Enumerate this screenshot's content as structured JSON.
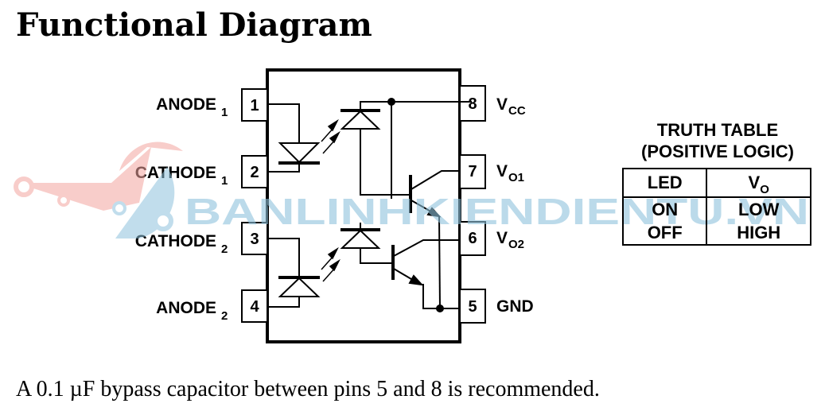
{
  "title": "Functional Diagram",
  "footnote": "A 0.1 µF bypass capacitor between pins 5 and 8 is recommended.",
  "pins_left": [
    {
      "number": "1",
      "name": "ANODE",
      "sub": "1"
    },
    {
      "number": "2",
      "name": "CATHODE",
      "sub": "1"
    },
    {
      "number": "3",
      "name": "CATHODE",
      "sub": "2"
    },
    {
      "number": "4",
      "name": "ANODE",
      "sub": "2"
    }
  ],
  "pins_right": [
    {
      "number": "8",
      "name": "V",
      "sub": "CC"
    },
    {
      "number": "7",
      "name": "V",
      "sub": "O1"
    },
    {
      "number": "6",
      "name": "V",
      "sub": "O2"
    },
    {
      "number": "5",
      "name": "GND",
      "sub": ""
    }
  ],
  "truth_table": {
    "title_line1": "TRUTH TABLE",
    "title_line2": "(POSITIVE LOGIC)",
    "headers": {
      "led": "LED",
      "vo_main": "V",
      "vo_sub": "O"
    },
    "rows": [
      {
        "led": "ON",
        "vo": "LOW"
      },
      {
        "led": "OFF",
        "vo": "HIGH"
      }
    ]
  },
  "watermark": {
    "text": "BANLINHKIENDIENTU.VN",
    "color_red": "#f4a6a0",
    "color_blue": "#8fc3dd"
  }
}
